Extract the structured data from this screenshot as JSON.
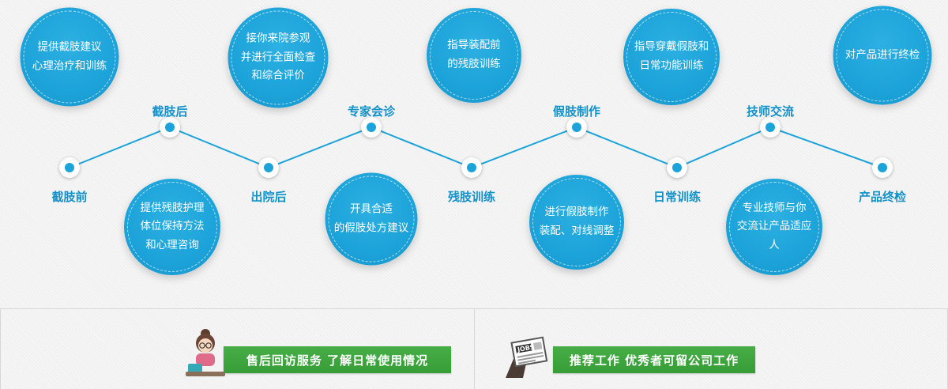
{
  "palette": {
    "blue": "#1ca3d9",
    "label_blue": "#1391c9",
    "green": "#3ba43b"
  },
  "timeline": {
    "stages": [
      {
        "label": "截肢前",
        "position": "lower"
      },
      {
        "label": "截肢后",
        "position": "upper"
      },
      {
        "label": "出院后",
        "position": "lower"
      },
      {
        "label": "专家会诊",
        "position": "upper"
      },
      {
        "label": "残肢训练",
        "position": "lower"
      },
      {
        "label": "假肢制作",
        "position": "upper"
      },
      {
        "label": "日常训练",
        "position": "lower"
      },
      {
        "label": "技师交流",
        "position": "upper"
      },
      {
        "label": "产品终检",
        "position": "lower"
      }
    ]
  },
  "bubbles": {
    "top": [
      "提供截肢建议\n心理治疗和训练",
      "接你来院参观\n并进行全面检查\n和综合评价",
      "指导装配前\n的残肢训练",
      "指导穿戴假肢和\n日常功能训练",
      "对产品进行终检"
    ],
    "bottom": [
      "提供残肢护理\n体位保持方法\n和心理咨询",
      "开具合适\n的假肢处方建议",
      "进行假肢制作\n装配、对线调整",
      "专业技师与你\n交流让产品适应人"
    ]
  },
  "footer": {
    "left_banner": {
      "text": "售后回访服务 了解日常使用情况",
      "icon": "customer-service-girl"
    },
    "right_banner": {
      "text": "推荐工作 优秀者可留公司工作",
      "icon": "jobs-newspaper",
      "icon_label": "JOBS"
    }
  }
}
